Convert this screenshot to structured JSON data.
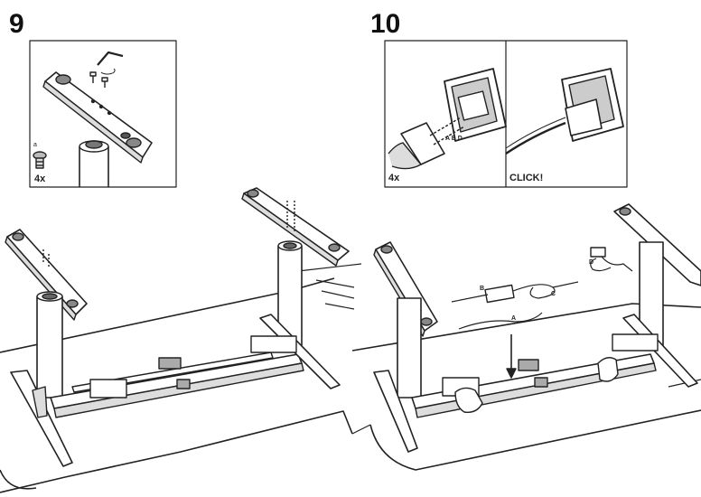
{
  "steps": {
    "left": {
      "number": "9",
      "inset_part_letter": "a",
      "inset_quantity": "4x"
    },
    "right": {
      "number": "10",
      "inset_left_quantity": "4x",
      "inset_right_label": "CLICK!",
      "connector_letters": "A B D",
      "label_a": "A",
      "label_b": "B",
      "label_c": "C",
      "label_d": "D"
    }
  },
  "colors": {
    "line": "#222222",
    "fill": "#ffffff",
    "shade": "#cfcfcf",
    "dark": "#444444"
  }
}
